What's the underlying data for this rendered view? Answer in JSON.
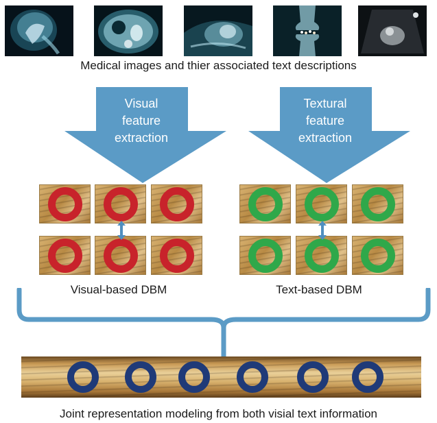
{
  "captions": {
    "top": "Medical images and thier associated text descriptions",
    "visual_dbm": "Visual-based DBM",
    "text_dbm": "Text-based DBM",
    "bottom": "Joint representation modeling from both visial text information"
  },
  "arrows": {
    "left_label": [
      "Visual",
      "feature",
      "extraction"
    ],
    "right_label": [
      "Textural",
      "feature",
      "extraction"
    ]
  },
  "thumbnails": [
    "brain-mri",
    "abdomen-ct",
    "fetal-ultrasound",
    "joint-xray",
    "ultrasound-scan"
  ],
  "colors": {
    "arrow": "#5b9bc6",
    "bracket": "#5b9bc6",
    "visual_node": "#c8232b",
    "text_node": "#2fa84a",
    "joint_node": "#1f3a78"
  }
}
